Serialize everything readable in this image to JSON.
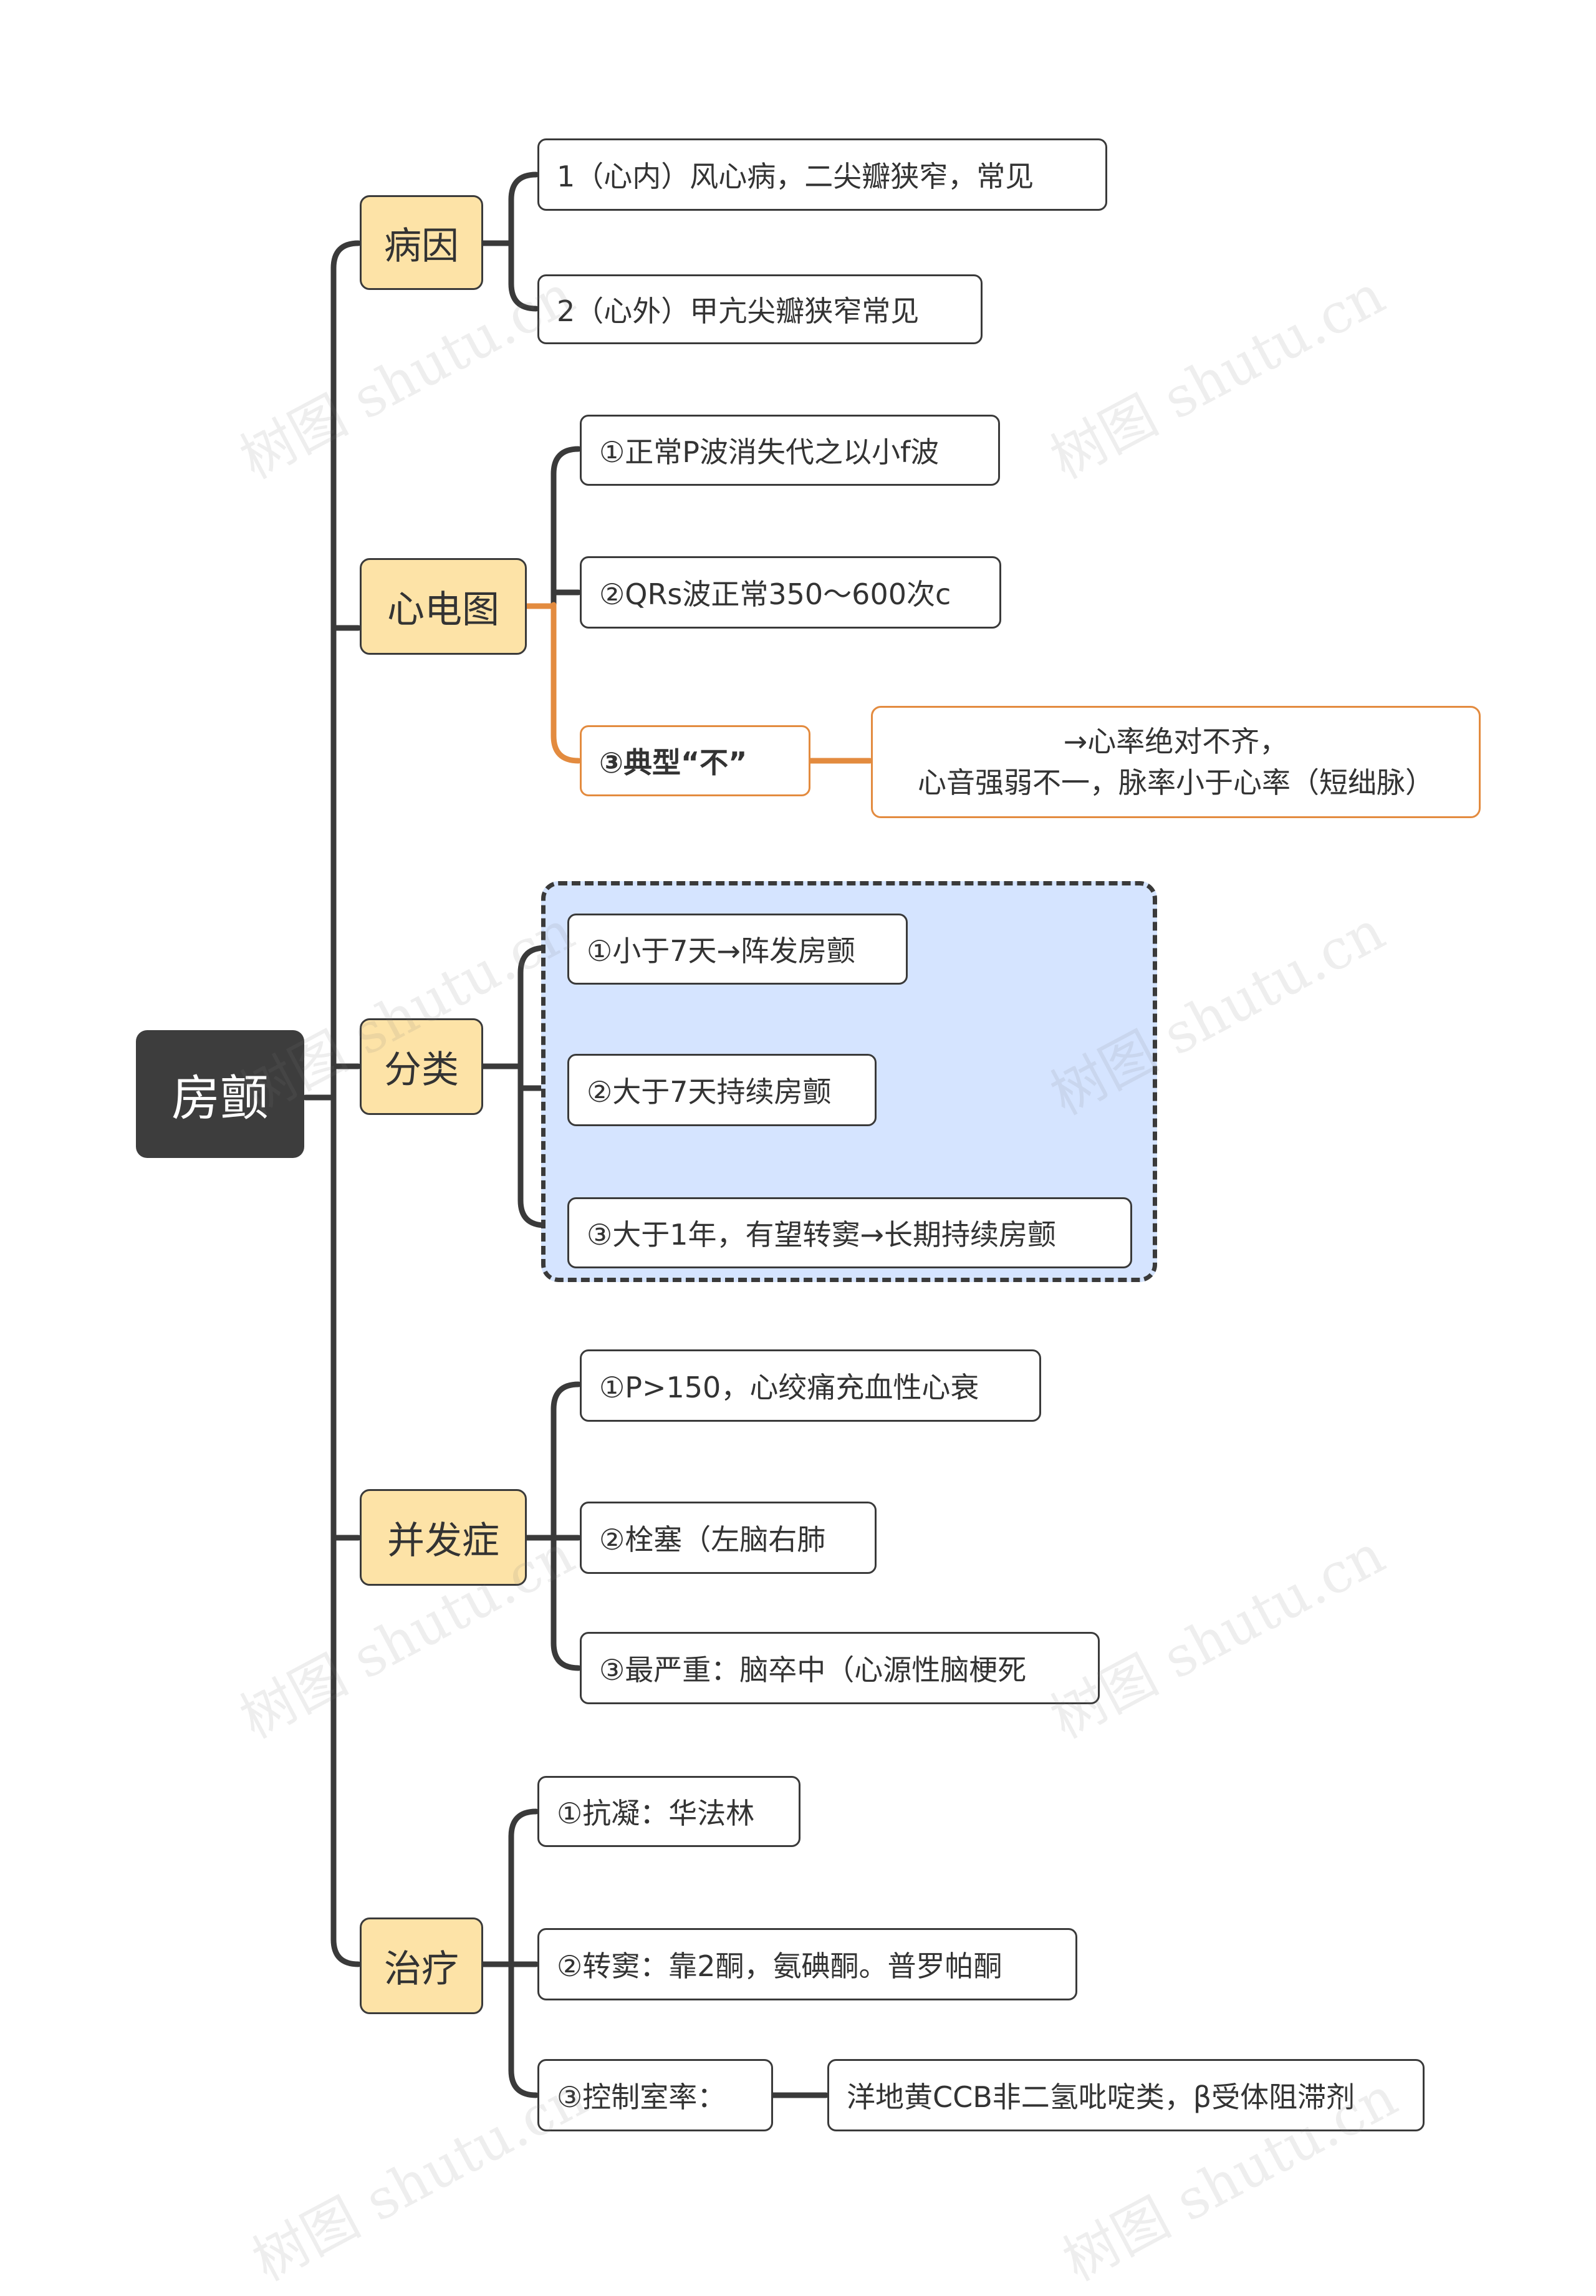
{
  "root": {
    "label": "房颤"
  },
  "branches": {
    "etiology": {
      "label": "病因",
      "children": [
        "1（心内）风心病，二尖瓣狭窄，常见",
        "2（心外）甲亢尖瓣狭窄常见"
      ]
    },
    "ecg": {
      "label": "心电图",
      "children": [
        "①正常P波消失代之以小f波",
        "②QRs波正常350～600次c",
        "③典型“不”"
      ],
      "note": {
        "line1": "→心率绝对不齐，",
        "line2": "心音强弱不一，脉率小于心率（短绌脉）"
      }
    },
    "classification": {
      "label": "分类",
      "children": [
        "①小于7天→阵发房颤",
        "②大于7天持续房颤",
        "③大于1年，有望转窦→长期持续房颤"
      ]
    },
    "complications": {
      "label": "并发症",
      "children": [
        "①P>150，心绞痛充血性心衰",
        "②栓塞（左脑右肺",
        "③最严重：脑卒中（心源性脑梗死"
      ]
    },
    "treatment": {
      "label": "治疗",
      "children": [
        "①抗凝：华法林",
        "②转窦：靠2酮，氨碘酮。普罗帕酮",
        "③控制室率："
      ],
      "sub": "洋地黄CCB非二氢吡啶类，β受体阻滞剂"
    }
  },
  "watermark": "树图 shutu.cn",
  "colors": {
    "line": "#3a3a3a",
    "highlight": "#e38b3f",
    "branch_fill": "#fde3a7",
    "root_fill": "#3d3d3d",
    "boundary_fill": "#d5e4ff"
  }
}
